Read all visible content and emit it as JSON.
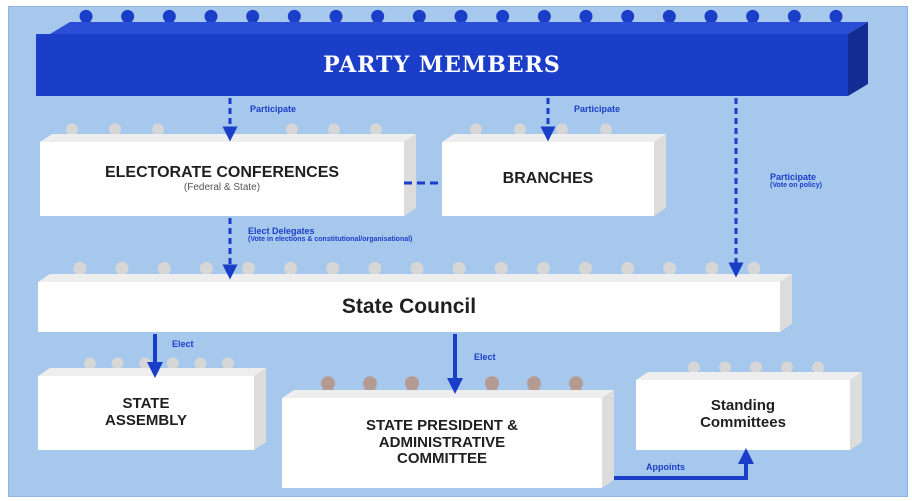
{
  "nodes": {
    "party_members": {
      "title": "PARTY MEMBERS"
    },
    "electorate_conferences": {
      "title": "ELECTORATE CONFERENCES",
      "subtitle": "(Federal & State)"
    },
    "branches": {
      "title": "BRANCHES"
    },
    "state_council": {
      "title": "State Council"
    },
    "state_assembly": {
      "title_line1": "STATE",
      "title_line2": "ASSEMBLY"
    },
    "state_president": {
      "title_line1": "STATE PRESIDENT &",
      "title_line2": "ADMINISTRATIVE",
      "title_line3": "COMMITTEE"
    },
    "standing_committees": {
      "title_line1": "Standing",
      "title_line2": "Committees"
    }
  },
  "edges": {
    "participate_conferences": {
      "label": "Participate"
    },
    "participate_branches": {
      "label": "Participate"
    },
    "participate_council": {
      "label": "Participate",
      "sublabel": "(Vote on policy)"
    },
    "elect_delegates": {
      "label": "Elect Delegates",
      "sublabel": "(Vote in elections & constitutional/organisational)"
    },
    "elect_assembly": {
      "label": "Elect"
    },
    "elect_president": {
      "label": "Elect"
    },
    "appoints": {
      "label": "Appoints"
    }
  },
  "colors": {
    "background": "#a6c8ec",
    "banner": "#1a3ec8",
    "banner_dark": "#122c94",
    "box": "#ffffff",
    "box_side": "#dcdcdc",
    "person_light": "#d6d6d6",
    "person_brown": "#b59a92",
    "arrow": "#1a3ec8"
  }
}
